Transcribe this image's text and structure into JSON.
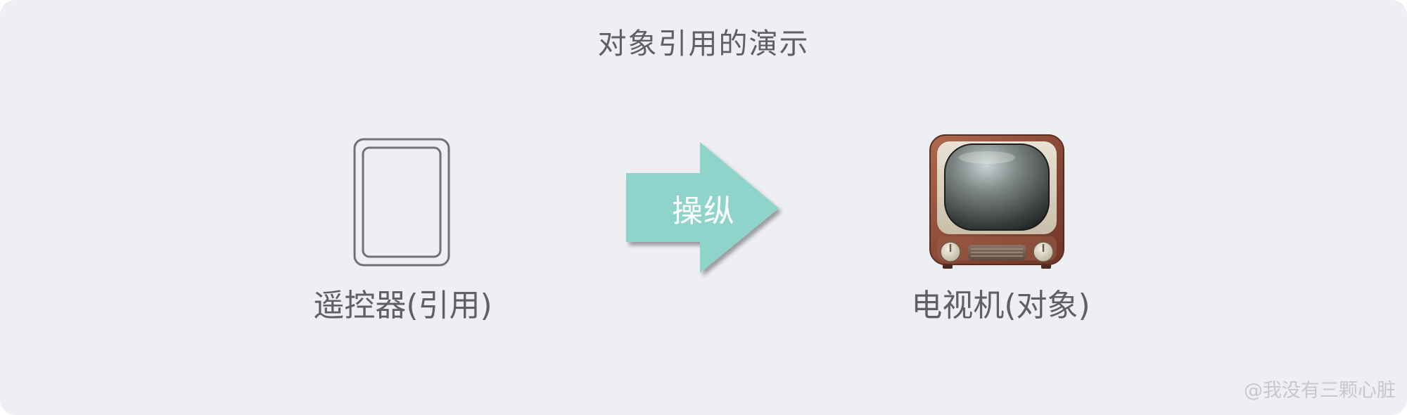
{
  "title": "对象引用的演示",
  "reference": {
    "label": "遥控器(引用)",
    "icon": "remote-control-icon"
  },
  "action": {
    "label": "操纵",
    "color": "#8fd4cb"
  },
  "object": {
    "label": "电视机(对象)",
    "icon": "television-icon"
  },
  "watermark": "@我没有三颗心脏",
  "colors": {
    "background": "#eeeff3",
    "text": "#5f5f66",
    "outline": "#707075",
    "arrow": "#8fd4cb"
  }
}
